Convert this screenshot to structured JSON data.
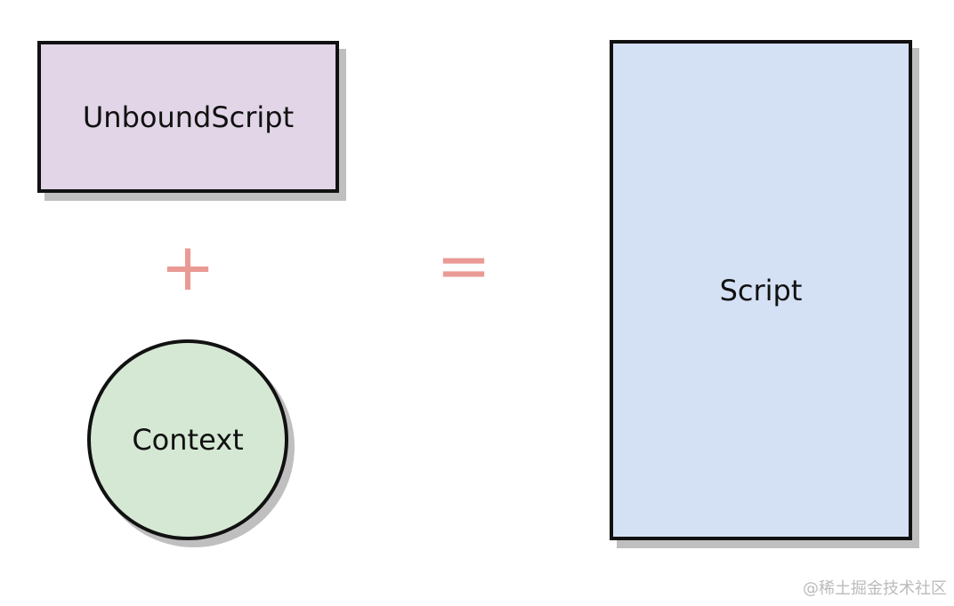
{
  "diagram": {
    "nodes": [
      {
        "id": "unbound",
        "label": "UnboundScript",
        "fill": "#e1d5e7"
      },
      {
        "id": "context",
        "label": "Context",
        "fill": "#d5e8d4"
      },
      {
        "id": "script",
        "label": "Script",
        "fill": "#d4e1f5"
      }
    ],
    "operators": {
      "plus": "+",
      "equals": "=",
      "color": "#ea9a95"
    }
  },
  "watermark": "@稀土掘金技术社区"
}
